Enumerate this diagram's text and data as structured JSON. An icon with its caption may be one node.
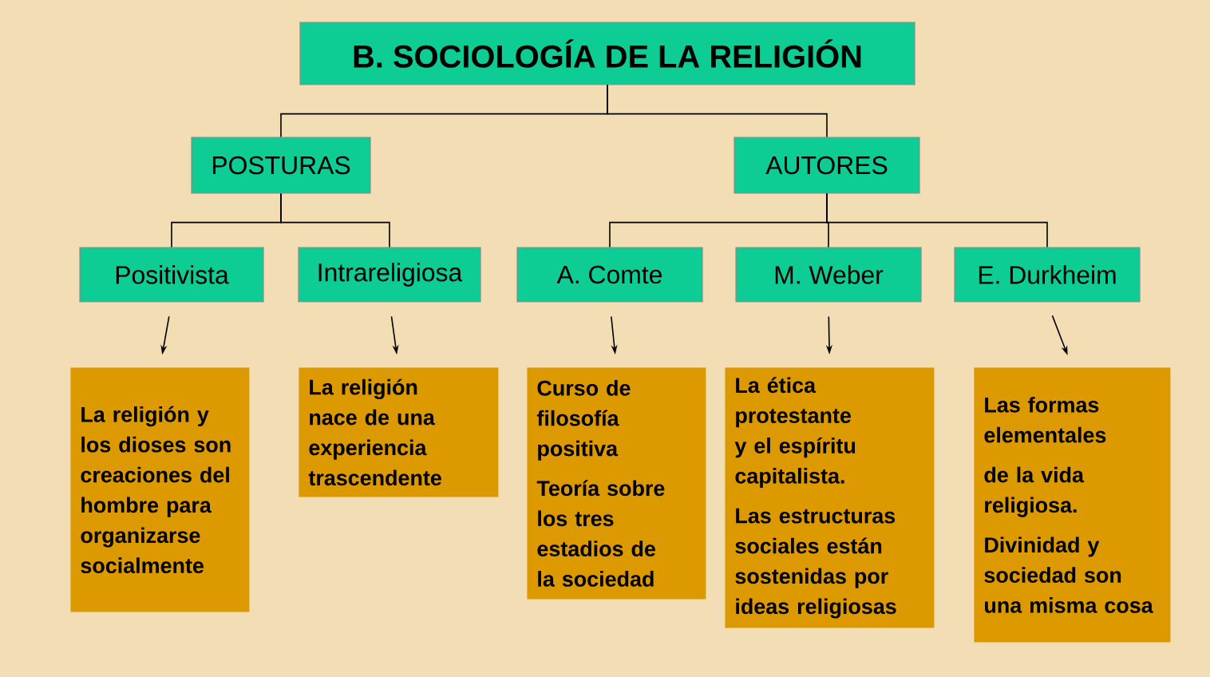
{
  "diagram": {
    "nodes": [
      {
        "text": [
          "B. SOCIOLOGÍA DE LA RELIGIÓN"
        ]
      },
      {
        "text": [
          "POSTURAS"
        ]
      },
      {
        "text": [
          "AUTORES"
        ]
      },
      {
        "text": [
          "Positivista"
        ]
      },
      {
        "text": [
          "Intrareligiosa"
        ]
      },
      {
        "text": [
          "A. Comte"
        ]
      },
      {
        "text": [
          "M. Weber"
        ]
      },
      {
        "text": [
          "E. Durkheim"
        ]
      },
      {
        "text": [
          "La religión y los dioses son creaciones del hombre para organizarse socialmente"
        ]
      },
      {
        "text": [
          "La religión nace de una experiencia trascendente"
        ]
      },
      {
        "text": [
          "Curso de filosofía positiva",
          "Teoría sobre los tres estadios de la sociedad"
        ]
      },
      {
        "text": [
          "La ética protestante y el espíritu capitalista.",
          "Las estructuras sociales están sostenidas por ideas religiosas"
        ]
      },
      {
        "text": [
          "Las formas elementales",
          "de la vida religiosa.",
          "Divinidad y sociedad son una misma cosa"
        ]
      }
    ],
    "edges": [
      {
        "from": 0,
        "to": 1,
        "arrow": "none"
      },
      {
        "from": 0,
        "to": 2,
        "arrow": "none"
      },
      {
        "from": 1,
        "to": 3,
        "arrow": "none"
      },
      {
        "from": 1,
        "to": 4,
        "arrow": "none"
      },
      {
        "from": 2,
        "to": 5,
        "arrow": "none"
      },
      {
        "from": 2,
        "to": 6,
        "arrow": "none"
      },
      {
        "from": 2,
        "to": 7,
        "arrow": "none"
      },
      {
        "from": 3,
        "to": 8,
        "arrow": "to"
      },
      {
        "from": 4,
        "to": 9,
        "arrow": "to"
      },
      {
        "from": 5,
        "to": 10,
        "arrow": "to"
      },
      {
        "from": 6,
        "to": 11,
        "arrow": "to"
      },
      {
        "from": 7,
        "to": 12,
        "arrow": "to"
      }
    ]
  }
}
